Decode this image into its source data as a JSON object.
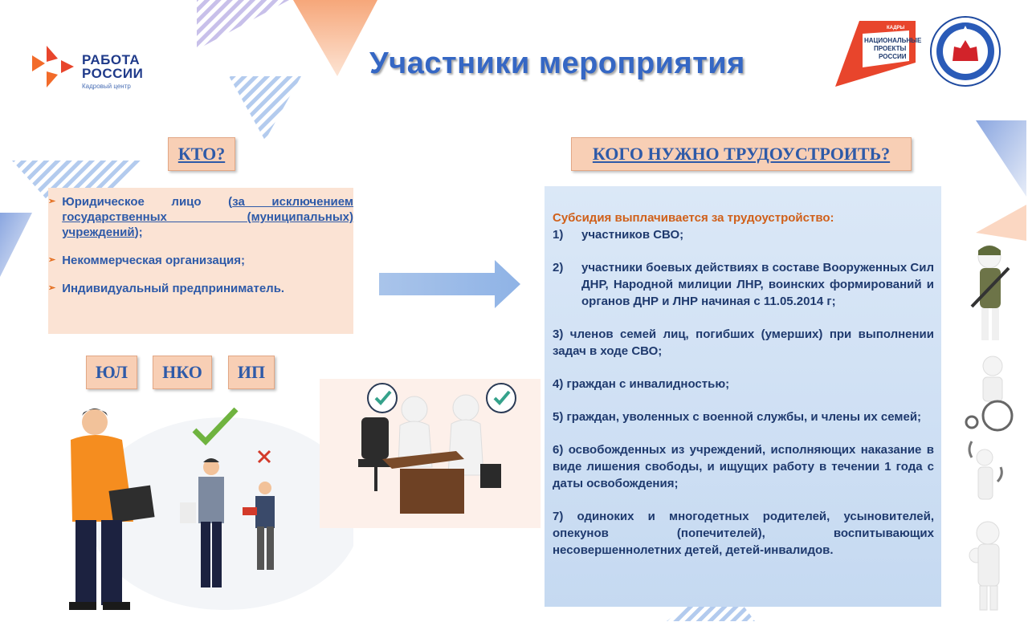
{
  "logo": {
    "line1": "РАБОТА",
    "line2": "РОССИИ",
    "sub": "Кадровый центр"
  },
  "title": "Участники мероприятия",
  "badge": {
    "top": "КАДРЫ",
    "line1": "НАЦИОНАЛЬНЫЕ",
    "line2": "ПРОЕКТЫ",
    "line3": "РОССИИ"
  },
  "left": {
    "heading": "КТО?",
    "items": [
      {
        "plain": "Юридическое лицо (",
        "underlined": "за исключением государственных (муниципальных) учреждений",
        "tail": ");"
      },
      {
        "text": "Некоммерческая организация;"
      },
      {
        "text": "Индивидуальный предприниматель."
      }
    ],
    "tags": [
      "ЮЛ",
      "НКО",
      "ИП"
    ]
  },
  "right": {
    "heading": "КОГО НУЖНО ТРУДОУСТРОИТЬ?",
    "lead": "Субсидия выплачивается за трудоустройство:",
    "items": [
      {
        "num": "1)",
        "text": "участников СВО;"
      },
      {
        "num": "2)",
        "text": "участники боевых действиях в составе Вооруженных Сил ДНР, Народной милиции ЛНР, воинских формирований и органов ДНР и ЛНР начиная с 11.05.2014 г;"
      },
      {
        "text": "3) членов семей лиц, погибших (умерших) при выполнении задач в ходе СВО;"
      },
      {
        "text": "4) граждан с инвалидностью;"
      },
      {
        "text": "5) граждан, уволенных с военной службы, и члены их семей;"
      },
      {
        "text": "6) освобожденных из учреждений, исполняющих наказание в виде лишения свободы, и ищущих работу в течении 1 года с даты освобождения;"
      },
      {
        "text": "7) одиноких и многодетных родителей, усыновителей, опекунов (попечителей), воспитывающих несовершеннолетних детей, детей-инвалидов."
      }
    ]
  },
  "colors": {
    "title": "#3567c4",
    "accent_orange": "#e36b1a",
    "peach": "#f8cfb5",
    "panel_blue": "#c5d9f1"
  }
}
